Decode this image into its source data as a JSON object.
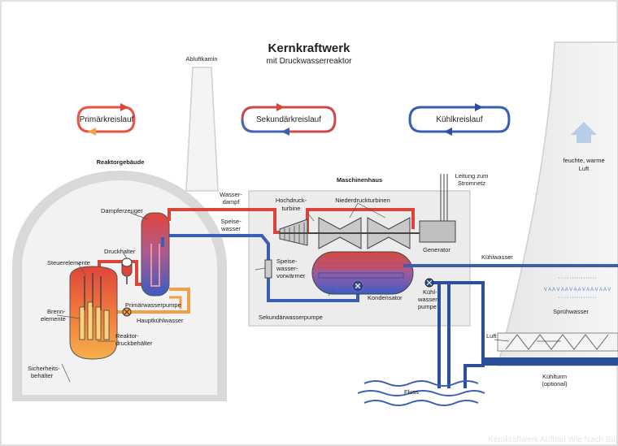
{
  "title": "Kernkraftwerk",
  "subtitle": "mit Druckwasserreaktor",
  "legend": {
    "primary": "Primärkreislauf",
    "secondary": "Sekundärkreislauf",
    "cooling": "Kühlkreislauf"
  },
  "labels": {
    "abluftkamin": "Abluftkamin",
    "reaktorgebaeude": "Reaktorgebäude",
    "maschinenhaus": "Maschinenhaus",
    "leitung1": "Leitung zum",
    "leitung2": "Stromnetz",
    "feuchte1": "feuchte, warme",
    "feuchte2": "Luft",
    "wasserdampf1": "Wasser-",
    "wasserdampf2": "dampf",
    "speisewasser1": "Speise-",
    "speisewasser2": "wasser",
    "hochdruck1": "Hochdruck-",
    "hochdruck2": "turbine",
    "niederdruck": "Niederdruckturbinen",
    "dampferzeuger": "Dampferzeuger",
    "druckhalter": "Druckhalter",
    "steuerelemente": "Steuerelemente",
    "brenn1": "Brenn-",
    "brenn2": "elemente",
    "primaerpumpe": "Primärwasserpumpe",
    "hauptkuehl": "Hauptkühlwasser",
    "reaktor1": "Reaktor-",
    "reaktor2": "druckbehälter",
    "sicherheit1": "Sicherheits-",
    "sicherheit2": "behälter",
    "speisevorw1": "Speise-",
    "speisevorw2": "wasser-",
    "speisevorw3": "vorwärmer",
    "generator": "Generator",
    "kondensator": "Kondensator",
    "kuehlpumpe1": "Kühl-",
    "kuehlpumpe2": "wasser-",
    "kuehlpumpe3": "pumpe",
    "sekpumpe": "Sekundärwasserpumpe",
    "kuehlwasser": "Kühlwasser",
    "spruehwasser": "Sprühwasser",
    "luft": "Luft",
    "fluss": "Fluss",
    "kuehlturm1": "Kühlturm",
    "kuehlturm2": "(optional)",
    "watermark": "Kernkraftwerk Aufbau Wie Nach Bu"
  },
  "colors": {
    "primary_hot": "#d9453b",
    "primary_warm": "#f0a04b",
    "secondary_hot": "#c8413a",
    "secondary_cold": "#3a5fb0",
    "cooling": "#2c4f9c",
    "building": "#d8d8d8",
    "machine_house": "#ececec"
  }
}
